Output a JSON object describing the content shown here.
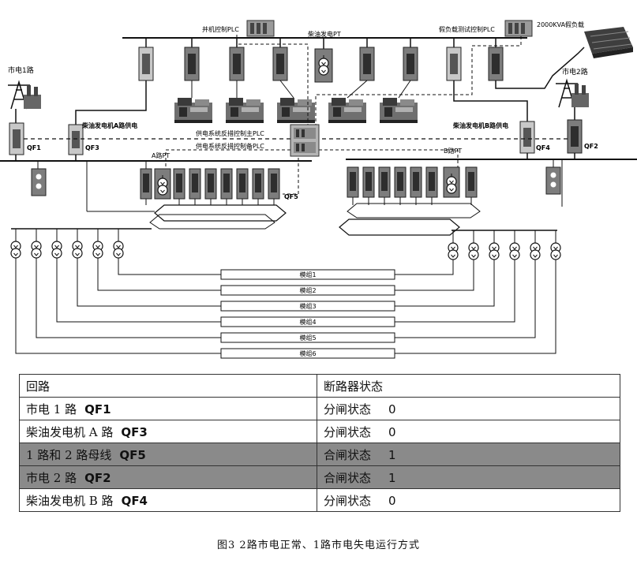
{
  "diagram": {
    "parallel_plc": "并机控制PLC",
    "diesel_pt": "柴油发电PT",
    "dummy_load_plc": "假负载测试控制PLC",
    "dummy_load": "2000KVA假负载",
    "grid1": "市电1路",
    "grid2": "市电2路",
    "gen_a_supply": "柴油发电机A路供电",
    "gen_b_supply": "柴油发电机B路供电",
    "main_plc": "供电系统反措控制主PLC",
    "standby_plc": "供电系统反措控制备PLC",
    "a_pt": "A路PT",
    "b_pt": "B路PT",
    "qf1": "QF1",
    "qf2": "QF2",
    "qf3": "QF3",
    "qf4": "QF4",
    "qf5": "QF5",
    "modules": [
      "模组1",
      "模组2",
      "模组3",
      "模组4",
      "模组5",
      "模组6"
    ]
  },
  "table": {
    "header": [
      "回路",
      "断路器状态"
    ],
    "rows": [
      {
        "name": "市电 1 路",
        "breaker": "QF1",
        "state": "分闸状态",
        "value": "0",
        "closed": false
      },
      {
        "name": "柴油发电机 A 路",
        "breaker": "QF3",
        "state": "分闸状态",
        "value": "0",
        "closed": false
      },
      {
        "name": "1 路和 2 路母线",
        "breaker": "QF5",
        "state": "合闸状态",
        "value": "1",
        "closed": true
      },
      {
        "name": "市电 2 路",
        "breaker": "QF2",
        "state": "合闸状态",
        "value": "1",
        "closed": true
      },
      {
        "name": "柴油发电机 B 路",
        "breaker": "QF4",
        "state": "分闸状态",
        "value": "0",
        "closed": false
      }
    ]
  },
  "caption": "图3   2路市电正常、1路市电失电运行方式"
}
